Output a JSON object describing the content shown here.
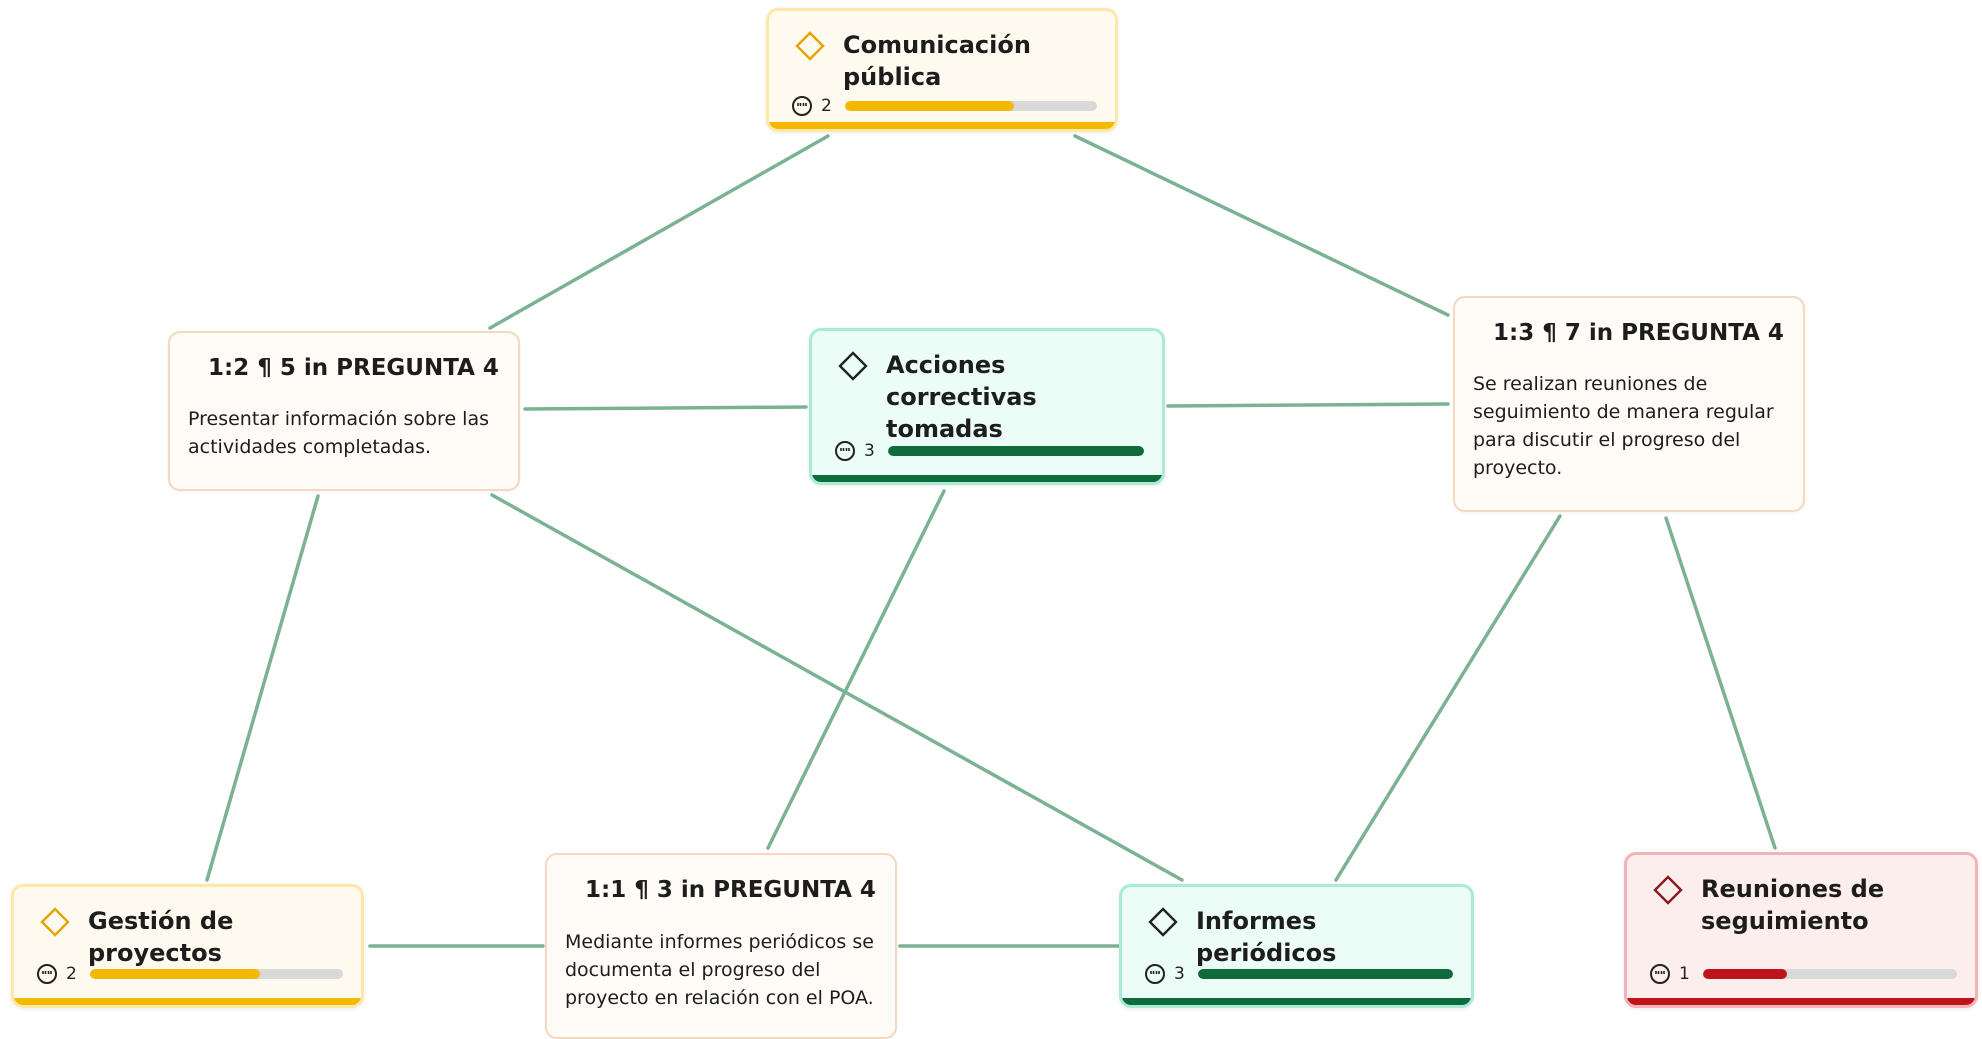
{
  "colors": {
    "link": "#7ab293",
    "yellow_fill": "#f5b800",
    "yellow_border": "#fde8a8",
    "yellow_bg": "#fffaf0",
    "green_fill": "#0f6b3b",
    "green_border": "#a8ecd6",
    "green_bg": "#ebfdf6",
    "red_fill": "#c0141c",
    "red_border": "#f2b4b8",
    "red_bg": "#fdeeee",
    "quote_border": "#f3d9c2",
    "quote_bg": "#fffbf7"
  },
  "codes": {
    "comunicacion": {
      "title": "Comunicación pública",
      "count": "2",
      "progress": 0.67,
      "theme": "yellow",
      "icon": "diamond-icon"
    },
    "acciones": {
      "title": "Acciones correctivas tomadas",
      "count": "3",
      "progress": 1.0,
      "theme": "green",
      "icon": "diamond-icon"
    },
    "gestion": {
      "title": "Gestión de proyectos",
      "count": "2",
      "progress": 0.67,
      "theme": "yellow",
      "icon": "diamond-icon"
    },
    "informes": {
      "title": "Informes periódicos",
      "count": "3",
      "progress": 1.0,
      "theme": "green",
      "icon": "diamond-icon"
    },
    "reuniones": {
      "title": "Reuniones de seguimiento",
      "count": "1",
      "progress": 0.33,
      "theme": "red",
      "icon": "diamond-icon"
    }
  },
  "quotes": {
    "q12": {
      "title": "1:2 ¶ 5 in PREGUNTA 4",
      "text": "Presentar información sobre las actividades completadas."
    },
    "q13": {
      "title": "1:3 ¶ 7 in PREGUNTA 4",
      "text": "Se realizan reuniones de seguimiento de manera regular para discutir el progreso del proyecto."
    },
    "q11": {
      "title": "1:1 ¶ 3 in PREGUNTA 4",
      "text": "Mediante informes periódicos se documenta el progreso del proyecto en relación con el POA."
    }
  }
}
